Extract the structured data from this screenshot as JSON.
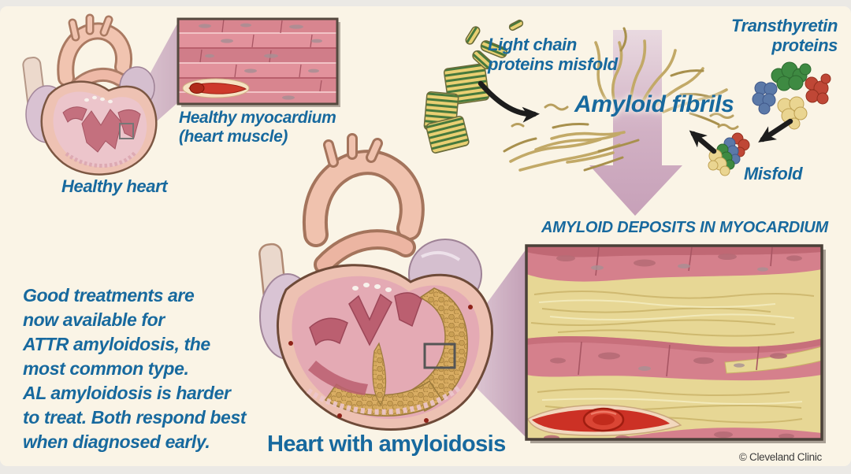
{
  "figure": {
    "subject": "Cardiac amyloidosis diagram",
    "credit": "© Cleveland Clinic"
  },
  "colors": {
    "accent_blue": "#17699e",
    "canvas_cream": "#faf4e6",
    "page_gray": "#ebe9e5",
    "mauve_arrow": "#c9a3bb",
    "fibril_tan": "#c2a967",
    "deposit_tan": "#e7d795",
    "muscle_pink": "#d5808c",
    "heart_flesh": "#edc1b2",
    "credit_gray": "#3c3c3c"
  },
  "healthy_heart": {
    "caption": "Healthy heart"
  },
  "healthy_myocardium": {
    "caption_line1": "Healthy myocardium",
    "caption_line2": "(heart muscle)"
  },
  "light_chain": {
    "label_line1": "Light chain",
    "label_line2": "proteins misfold"
  },
  "amyloid_fibrils": {
    "label": "Amyloid fibrils"
  },
  "transthyretin": {
    "label_line1": "Transthyretin",
    "label_line2": "proteins",
    "misfold_label": "Misfold"
  },
  "deposits_panel": {
    "heading": "AMYLOID DEPOSITS IN MYOCARDIUM"
  },
  "amyloidosis_heart": {
    "caption": "Heart with amyloidosis"
  },
  "note": {
    "lines": [
      "Good treatments are",
      "now available for",
      "ATTR amyloidosis, the",
      "most common type.",
      "AL amyloidosis is harder",
      "to treat. Both respond best",
      "when diagnosed early."
    ]
  },
  "credit": {
    "text": "© Cleveland Clinic"
  }
}
